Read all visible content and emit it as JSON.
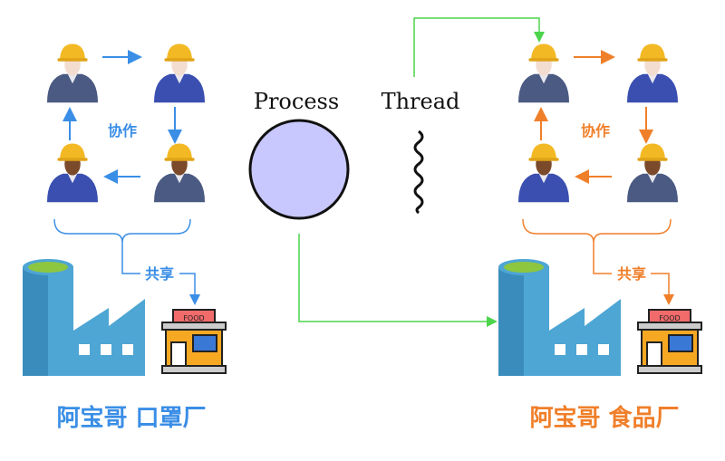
{
  "process": {
    "label": "Process"
  },
  "thread": {
    "label": "Thread"
  },
  "left": {
    "collab_label": "协作",
    "share_label": "共享",
    "store_sign": "FOOD",
    "caption": "阿宝哥 口罩厂",
    "accent": "#3a8ee6"
  },
  "right": {
    "collab_label": "协作",
    "share_label": "共享",
    "store_sign": "FOOD",
    "caption": "阿宝哥 食品厂",
    "accent": "#f07f2a"
  },
  "colors": {
    "connector": "#4cd44c",
    "process_fill": "#c8c8ff",
    "factory": "#4ea6d4",
    "factory_dark": "#3a8cbc",
    "chimney_top": "#8dc63f"
  }
}
